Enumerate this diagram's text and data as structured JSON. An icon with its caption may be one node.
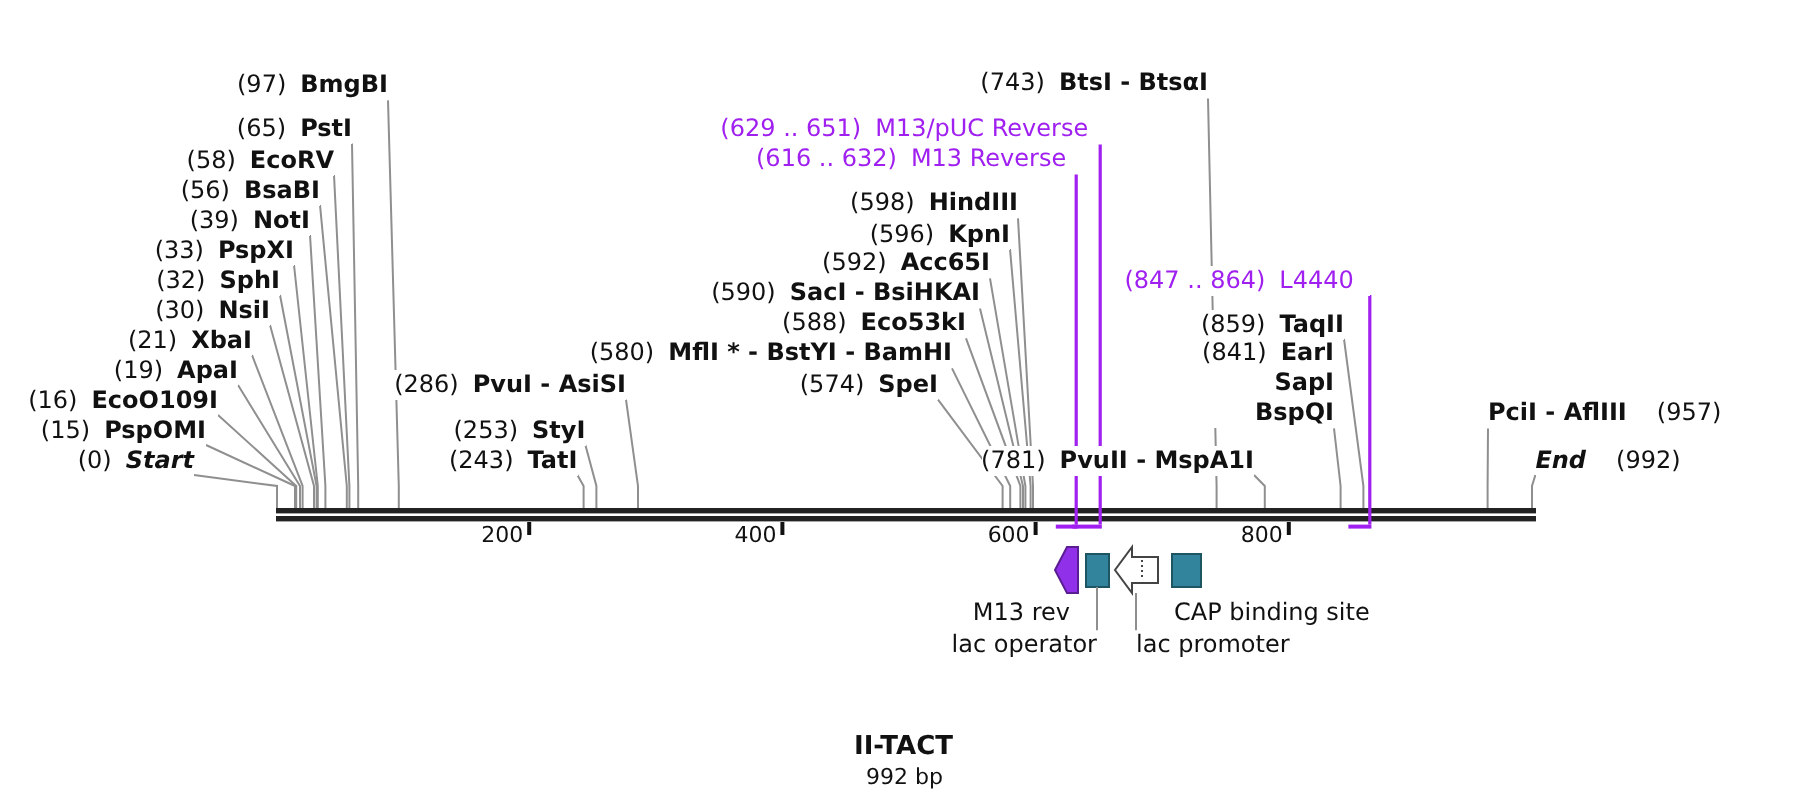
{
  "diagram": {
    "title": "II-TACT",
    "caption": "992 bp",
    "nodes": [
      {
        "text": [
          "(97)",
          "BmgBI"
        ]
      },
      {
        "text": [
          "(65)",
          "PstI"
        ]
      },
      {
        "text": [
          "(58)",
          "EcoRV"
        ]
      },
      {
        "text": [
          "(56)",
          "BsaBI"
        ]
      },
      {
        "text": [
          "(39)",
          "NotI"
        ]
      },
      {
        "text": [
          "(33)",
          "PspXI"
        ]
      },
      {
        "text": [
          "(32)",
          "SphI"
        ]
      },
      {
        "text": [
          "(30)",
          "NsiI"
        ]
      },
      {
        "text": [
          "(21)",
          "XbaI"
        ]
      },
      {
        "text": [
          "(19)",
          "ApaI"
        ]
      },
      {
        "text": [
          "(16)",
          "EcoO109I"
        ]
      },
      {
        "text": [
          "(15)",
          "PspOMI"
        ]
      },
      {
        "text": [
          "(0)",
          "Start"
        ]
      },
      {
        "text": [
          "(286)",
          "PvuI - AsiSI"
        ]
      },
      {
        "text": [
          "(253)",
          "StyI"
        ]
      },
      {
        "text": [
          "(243)",
          "TatI"
        ]
      },
      {
        "text": [
          "(629 .. 651)",
          "M13/pUC Reverse"
        ]
      },
      {
        "text": [
          "(616 .. 632)",
          "M13 Reverse"
        ]
      },
      {
        "text": [
          "(598)",
          "HindIII"
        ]
      },
      {
        "text": [
          "(596)",
          "KpnI"
        ]
      },
      {
        "text": [
          "(592)",
          "Acc65I"
        ]
      },
      {
        "text": [
          "(590)",
          "SacI - BsiHKAI"
        ]
      },
      {
        "text": [
          "(588)",
          "Eco53kI"
        ]
      },
      {
        "text": [
          "(580)",
          "MflI * - BstYI - BamHI"
        ]
      },
      {
        "text": [
          "(574)",
          "SpeI"
        ]
      },
      {
        "text": [
          "(781)",
          "PvuII - MspA1I"
        ]
      },
      {
        "text": [
          "(743)",
          "BtsI - BtsαI"
        ]
      },
      {
        "text": [
          "(847 .. 864)",
          "L4440"
        ]
      },
      {
        "text": [
          "(859)",
          "TaqII"
        ]
      },
      {
        "text": [
          "(841)",
          "EarI",
          "SapI",
          "BspQI"
        ]
      },
      {
        "text": [
          "PciI - AflIII",
          "(957)"
        ]
      },
      {
        "text": [
          "End",
          "(992)"
        ]
      },
      {
        "text": [],
        "shape": "bar"
      },
      {
        "text": [],
        "shape": "bracket"
      },
      {
        "text": [],
        "shape": "bracket"
      },
      {
        "text": [],
        "shape": "bracket"
      },
      {
        "text": [],
        "shape": "pentagon",
        "beside": [
          "M13 rev"
        ]
      },
      {
        "text": [],
        "shape": "box"
      },
      {
        "text": [],
        "shape": "arrow"
      },
      {
        "text": [],
        "shape": "box",
        "beside": [
          "CAP binding site"
        ]
      },
      {
        "text": [
          "lac operator"
        ]
      },
      {
        "text": [
          "lac promoter"
        ]
      }
    ],
    "edges": [
      {
        "from": 0,
        "to": 32,
        "arrow": "none"
      },
      {
        "from": 1,
        "to": 32,
        "arrow": "none"
      },
      {
        "from": 2,
        "to": 32,
        "arrow": "none"
      },
      {
        "from": 3,
        "to": 32,
        "arrow": "none"
      },
      {
        "from": 4,
        "to": 32,
        "arrow": "none"
      },
      {
        "from": 5,
        "to": 32,
        "arrow": "none"
      },
      {
        "from": 6,
        "to": 32,
        "arrow": "none"
      },
      {
        "from": 7,
        "to": 32,
        "arrow": "none"
      },
      {
        "from": 8,
        "to": 32,
        "arrow": "none"
      },
      {
        "from": 9,
        "to": 32,
        "arrow": "none"
      },
      {
        "from": 10,
        "to": 32,
        "arrow": "none"
      },
      {
        "from": 11,
        "to": 32,
        "arrow": "none"
      },
      {
        "from": 12,
        "to": 32,
        "arrow": "none"
      },
      {
        "from": 13,
        "to": 32,
        "arrow": "none"
      },
      {
        "from": 14,
        "to": 32,
        "arrow": "none"
      },
      {
        "from": 15,
        "to": 32,
        "arrow": "none"
      },
      {
        "from": 16,
        "to": 34,
        "arrow": "none",
        "color": "#a020f0"
      },
      {
        "from": 17,
        "to": 33,
        "arrow": "none",
        "color": "#a020f0"
      },
      {
        "from": 18,
        "to": 32,
        "arrow": "none"
      },
      {
        "from": 19,
        "to": 32,
        "arrow": "none"
      },
      {
        "from": 20,
        "to": 32,
        "arrow": "none"
      },
      {
        "from": 21,
        "to": 32,
        "arrow": "none"
      },
      {
        "from": 22,
        "to": 32,
        "arrow": "none"
      },
      {
        "from": 23,
        "to": 32,
        "arrow": "none"
      },
      {
        "from": 24,
        "to": 32,
        "arrow": "none"
      },
      {
        "from": 25,
        "to": 32,
        "arrow": "none"
      },
      {
        "from": 26,
        "to": 32,
        "arrow": "none"
      },
      {
        "from": 27,
        "to": 35,
        "arrow": "none",
        "color": "#a020f0"
      },
      {
        "from": 28,
        "to": 32,
        "arrow": "none"
      },
      {
        "from": 29,
        "to": 32,
        "arrow": "none"
      },
      {
        "from": 30,
        "to": 32,
        "arrow": "none"
      },
      {
        "from": 31,
        "to": 32,
        "arrow": "none"
      },
      {
        "from": 40,
        "to": 37,
        "arrow": "none"
      },
      {
        "from": 41,
        "to": 38,
        "arrow": "none"
      }
    ],
    "labels": [
      "200",
      "400",
      "600",
      "800"
    ]
  }
}
